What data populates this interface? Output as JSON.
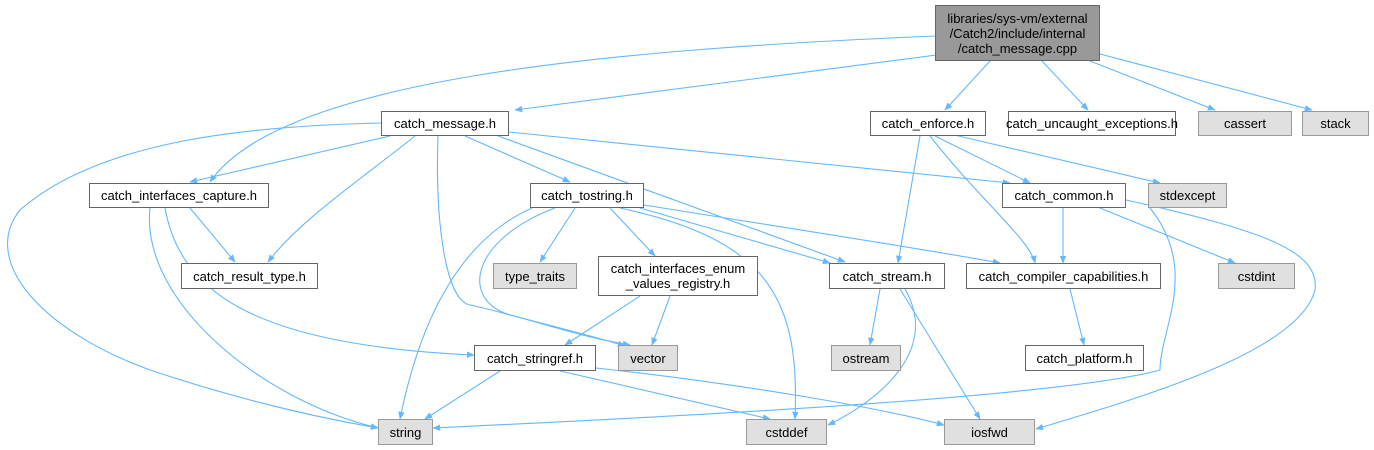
{
  "colors": {
    "edge": "#63b8ff",
    "root_fill": "#999999",
    "system_fill": "#e0e0e0",
    "node_fill": "#ffffff",
    "node_border": "#666666"
  },
  "nodes": {
    "root": "libraries/sys-vm/external\n/Catch2/include/internal\n/catch_message.cpp",
    "catch_message_h": "catch_message.h",
    "catch_enforce_h": "catch_enforce.h",
    "catch_uncaught_exceptions_h": "catch_uncaught_exceptions.h",
    "cassert": "cassert",
    "stack": "stack",
    "catch_interfaces_capture_h": "catch_interfaces_capture.h",
    "catch_tostring_h": "catch_tostring.h",
    "catch_common_h": "catch_common.h",
    "stdexcept": "stdexcept",
    "catch_result_type_h": "catch_result_type.h",
    "type_traits": "type_traits",
    "catch_interfaces_enum_values_registry_h": "catch_interfaces_enum\n_values_registry.h",
    "catch_stream_h": "catch_stream.h",
    "catch_compiler_capabilities_h": "catch_compiler_capabilities.h",
    "cstdint": "cstdint",
    "catch_stringref_h": "catch_stringref.h",
    "vector": "vector",
    "ostream": "ostream",
    "catch_platform_h": "catch_platform.h",
    "string": "string",
    "cstddef": "cstddef",
    "iosfwd": "iosfwd"
  }
}
